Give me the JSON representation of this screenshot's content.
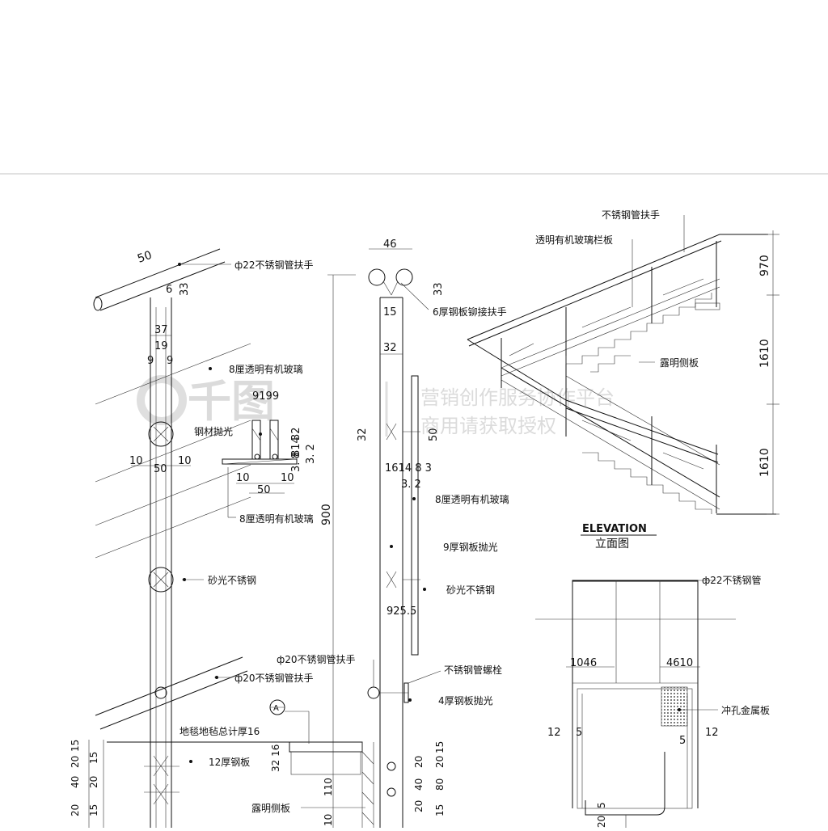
{
  "watermark": {
    "logo": "千图",
    "line1": "营销创作服务协作平台",
    "line2": "商用请获取授权"
  },
  "labels": {
    "handrail_22": "ф22不锈钢管扶手",
    "acrylic_8_a": "8厘透明有机玻璃",
    "steel_polish": "钢材抛光",
    "acrylic_8_b": "8厘透明有机玻璃",
    "sanded_ss": "砂光不锈钢",
    "handrail_20_left": "ф20不锈钢管扶手",
    "carpet": "地毯地毡总计厚16",
    "plate_12": "12厚钢板",
    "exposed_side_left": "露明侧板",
    "plate_6": "6厚钢板铆接扶手",
    "acrylic_8_c": "8厘透明有机玻璃",
    "plate_9": "9厚钢板抛光",
    "sanded_ss_2": "砂光不锈钢",
    "handrail_20_mid": "ф20不锈钢管扶手",
    "ss_bolt": "不锈钢管螺栓",
    "plate_4": "4厚钢板抛光",
    "ss_handrail_top": "不锈钢管扶手",
    "acrylic_panel": "透明有机玻璃栏板",
    "exposed_side_right": "露明侧板",
    "pipe_22": "ф22不锈钢管",
    "perforated": "冲孔金属板",
    "elevation_en": "ELEVATION",
    "elevation_cn": "立面图",
    "section_mark": "A"
  },
  "dims": {
    "d50_top": "50",
    "d6": "6",
    "d33_left": "33",
    "d37": "37",
    "d19": "19",
    "d9a": "9",
    "d9b": "9",
    "d10_l1": "10",
    "d50_l1": "50",
    "d10_l2": "10",
    "d9199": "9199",
    "d32_det": "32",
    "d814": "814",
    "d32_det2": "3. 2",
    "d3_8": "3. 8",
    "d10_det1": "10",
    "d10_det2": "10",
    "d50_det": "50",
    "d900": "900",
    "d46": "46",
    "d33_mid": "33",
    "d15_mid": "15",
    "d32_mid": "32",
    "d32_side": "32",
    "d50_side": "50",
    "d161483": "1614 8 3",
    "d3_2_mid": "3. 2",
    "d925": "925.5",
    "d970": "970",
    "d1610a": "1610",
    "d1610b": "1610",
    "d1046": "1046",
    "d4610": "4610",
    "d12a": "12",
    "d5a": "5",
    "d5b": "5",
    "d12b": "12",
    "d5c": "5",
    "d20c": "20",
    "left_stack": [
      "15",
      "20",
      "15",
      "20",
      "40",
      "20",
      "15"
    ],
    "mid_stack": [
      "20",
      "15",
      "20",
      "40",
      "80",
      "20",
      "15"
    ],
    "d32_16": "32 16",
    "d110": "110",
    "d10_bot": "10",
    "d15_a": "15",
    "d20_40": "20 40"
  }
}
